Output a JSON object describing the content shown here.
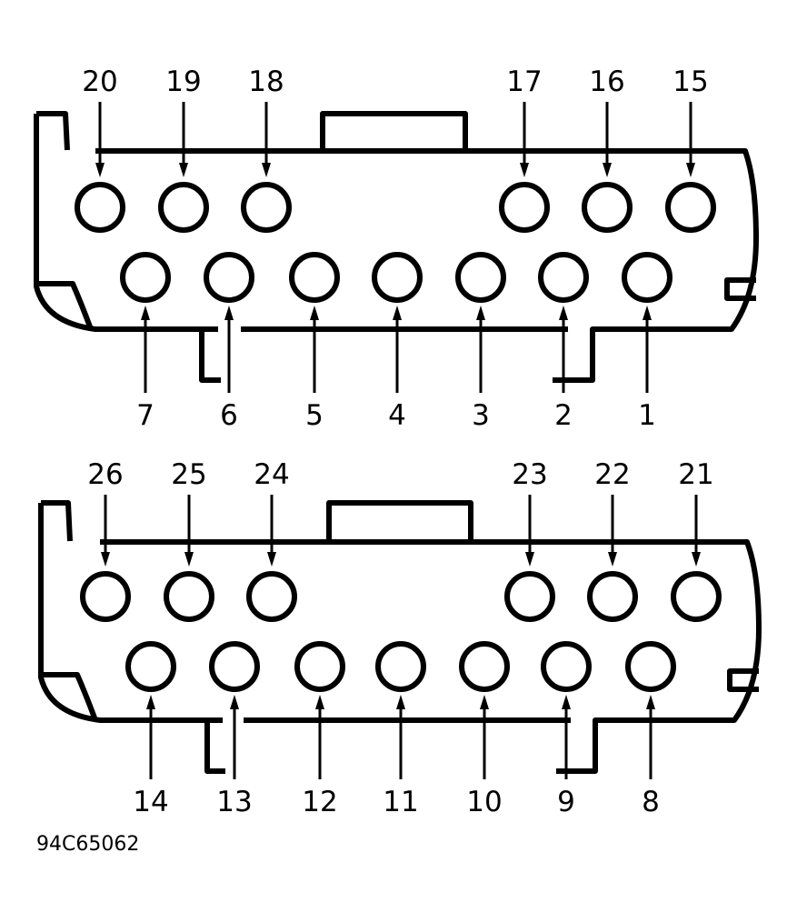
{
  "figure_code": "94C65062",
  "colors": {
    "ink": "#000000",
    "paper": "#ffffff"
  },
  "connectors": [
    {
      "name": "upper-connector",
      "top_row": [
        "20",
        "19",
        "18",
        "17",
        "16",
        "15"
      ],
      "bottom_row": [
        "7",
        "6",
        "5",
        "4",
        "3",
        "2",
        "1"
      ]
    },
    {
      "name": "lower-connector",
      "top_row": [
        "26",
        "25",
        "24",
        "23",
        "22",
        "21"
      ],
      "bottom_row": [
        "14",
        "13",
        "12",
        "11",
        "10",
        "9",
        "8"
      ]
    }
  ]
}
